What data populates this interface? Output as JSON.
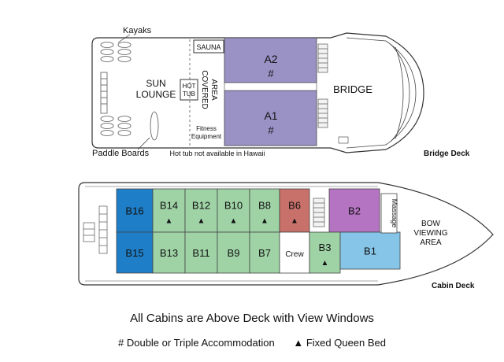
{
  "bridge_deck": {
    "label": "Bridge Deck",
    "kayaks": "Kayaks",
    "sauna": "SAUNA",
    "sun_lounge_1": "SUN",
    "sun_lounge_2": "LOUNGE",
    "hot_tub_1": "HOT",
    "hot_tub_2": "TUB",
    "covered_area_1": "COVERED",
    "covered_area_2": "AREA",
    "fitness_1": "Fitness",
    "fitness_2": "Equipment",
    "paddle_boards": "Paddle Boards",
    "hot_tub_note": "Hot tub not available in Hawaii",
    "bridge": "BRIDGE",
    "cabin_a2": "A2",
    "cabin_a1": "A1",
    "double_symbol": "#"
  },
  "cabin_deck": {
    "label": "Cabin Deck",
    "bow_1": "BOW",
    "bow_2": "VIEWING",
    "bow_3": "AREA",
    "massage": "Massage",
    "crew": "Crew",
    "queen_symbol": "▲",
    "cabins_top": [
      "B16",
      "B14",
      "B12",
      "B10",
      "B8",
      "B6",
      "B2"
    ],
    "cabins_bottom": [
      "B15",
      "B13",
      "B11",
      "B9",
      "B7",
      "B3",
      "B1"
    ]
  },
  "footer": {
    "title": "All Cabins are Above Deck with View Windows",
    "legend_double": "# Double or Triple Accommodation",
    "legend_queen": "▲ Fixed Queen Bed"
  },
  "colors": {
    "purple_cabin": "#9a91c5",
    "blue_cabin": "#1e7ec8",
    "green_cabin": "#9fd3a6",
    "red_cabin": "#c8706a",
    "magenta_cabin": "#b574c2",
    "light_blue_cabin": "#86c4e8",
    "outline": "#333333"
  }
}
